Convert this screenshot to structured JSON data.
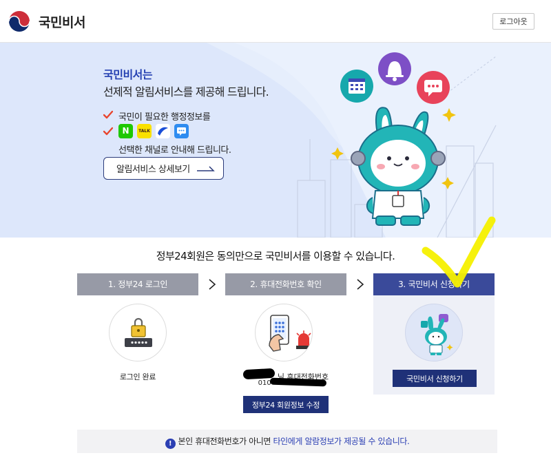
{
  "header": {
    "brand": "국민비서",
    "logout_label": "로그아웃"
  },
  "hero": {
    "title": "국민비서는",
    "subtitle": "선제적 알림서비스를 제공해 드립니다.",
    "line1": "국민이 필요한 행정정보를",
    "channels": [
      {
        "name": "naver",
        "text": "N",
        "color": "#1ec800"
      },
      {
        "name": "kakao",
        "text": "TALK",
        "color": "#fae100"
      },
      {
        "name": "pass",
        "text": "",
        "color": "#1a4fd8"
      },
      {
        "name": "sms",
        "text": "···",
        "color": "#2f8cf0"
      }
    ],
    "line2": "선택한 채널로 안내해 드립니다.",
    "detail_button": "알림서비스 상세보기"
  },
  "consent_text": "정부24회원은 동의만으로 국민비서를 이용할 수 있습니다.",
  "steps": [
    {
      "label": "1. 정부24 로그인",
      "active": false
    },
    {
      "label": "2. 휴대전화번호 확인",
      "active": false
    },
    {
      "label": "3. 국민비서 신청하기",
      "active": true
    }
  ],
  "step1": {
    "status": "로그인 완료"
  },
  "step2": {
    "phone_label": "님 휴대전화번호",
    "phone_number": "010-",
    "edit_button": "정부24 회원정보 수정"
  },
  "step3": {
    "apply_button": "국민비서 신청하기"
  },
  "notice": {
    "icon": "!",
    "text_part1": "본인 휴대전화번호가 아니면 ",
    "text_part2": "타인에게 알람정보가 제공될 수 있습니다."
  },
  "colors": {
    "hero_bg": "#e6eefc",
    "active_step": "#3a4a9a",
    "inactive_step": "#979aa6",
    "primary_button": "#1f3178",
    "annotation": "#f5f000"
  }
}
